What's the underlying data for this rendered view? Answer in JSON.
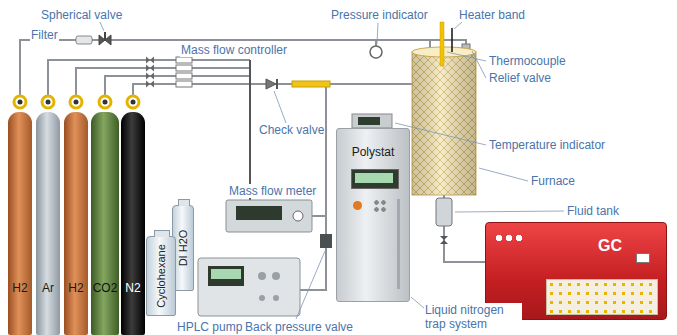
{
  "diagram": {
    "nodes": [
      {
        "text": [
          "H2"
        ]
      },
      {
        "text": [
          "Ar"
        ]
      },
      {
        "text": [
          "H2"
        ]
      },
      {
        "text": [
          "CO2"
        ]
      },
      {
        "text": [
          "N2"
        ]
      },
      {
        "text": [
          "DI H2O"
        ]
      },
      {
        "text": [
          "Cyclohexane"
        ]
      },
      {
        "text": [
          "Polystat"
        ]
      },
      {
        "text": [
          "GC"
        ]
      }
    ],
    "labels": [
      "Spherical valve",
      "Filter",
      "Mass flow controller",
      "Pressure indicator",
      "Heater band",
      "Thermocouple",
      "Relief valve",
      "Check valve",
      "Temperature indicator",
      "Mass flow meter",
      "Furnace",
      "Fluid tank",
      "HPLC pump",
      "Back pressure valve",
      "Liquid nitrogen trap system"
    ]
  }
}
